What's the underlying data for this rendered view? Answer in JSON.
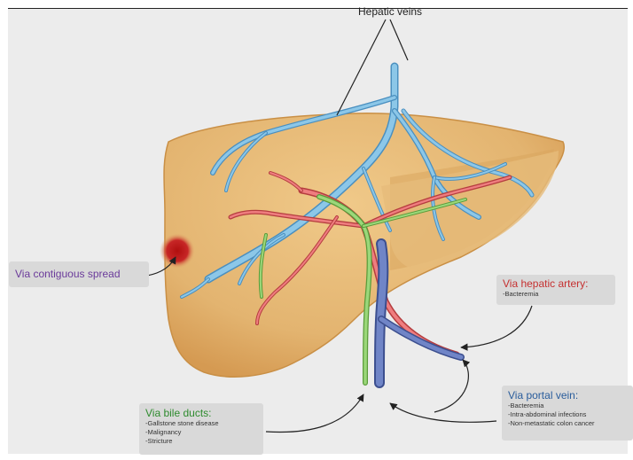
{
  "title": "Hepatic veins",
  "labels": {
    "contiguous": "Via contiguous spread",
    "artery": {
      "heading": "Via hepatic artery:",
      "items": [
        "-Bacteremia"
      ]
    },
    "bile": {
      "heading": "Via bile ducts:",
      "items": [
        "-Gallstone stone disease",
        "-Malignancy",
        "-Stricture"
      ]
    },
    "portal": {
      "heading": "Via portal vein:",
      "items": [
        "-Bacteremia",
        "-Intra-abdominal infections",
        "-Non-metastatic colon cancer"
      ]
    }
  },
  "colors": {
    "liver_fill": "#e3b470",
    "liver_edge": "#c98f45",
    "hepatic_vein": "#6fb3d9",
    "hepatic_artery": "#e0585a",
    "bile_duct": "#7cc35a",
    "portal_vein": "#5a6fb0",
    "abscess": "#c41d1d",
    "background": "#ececec"
  }
}
